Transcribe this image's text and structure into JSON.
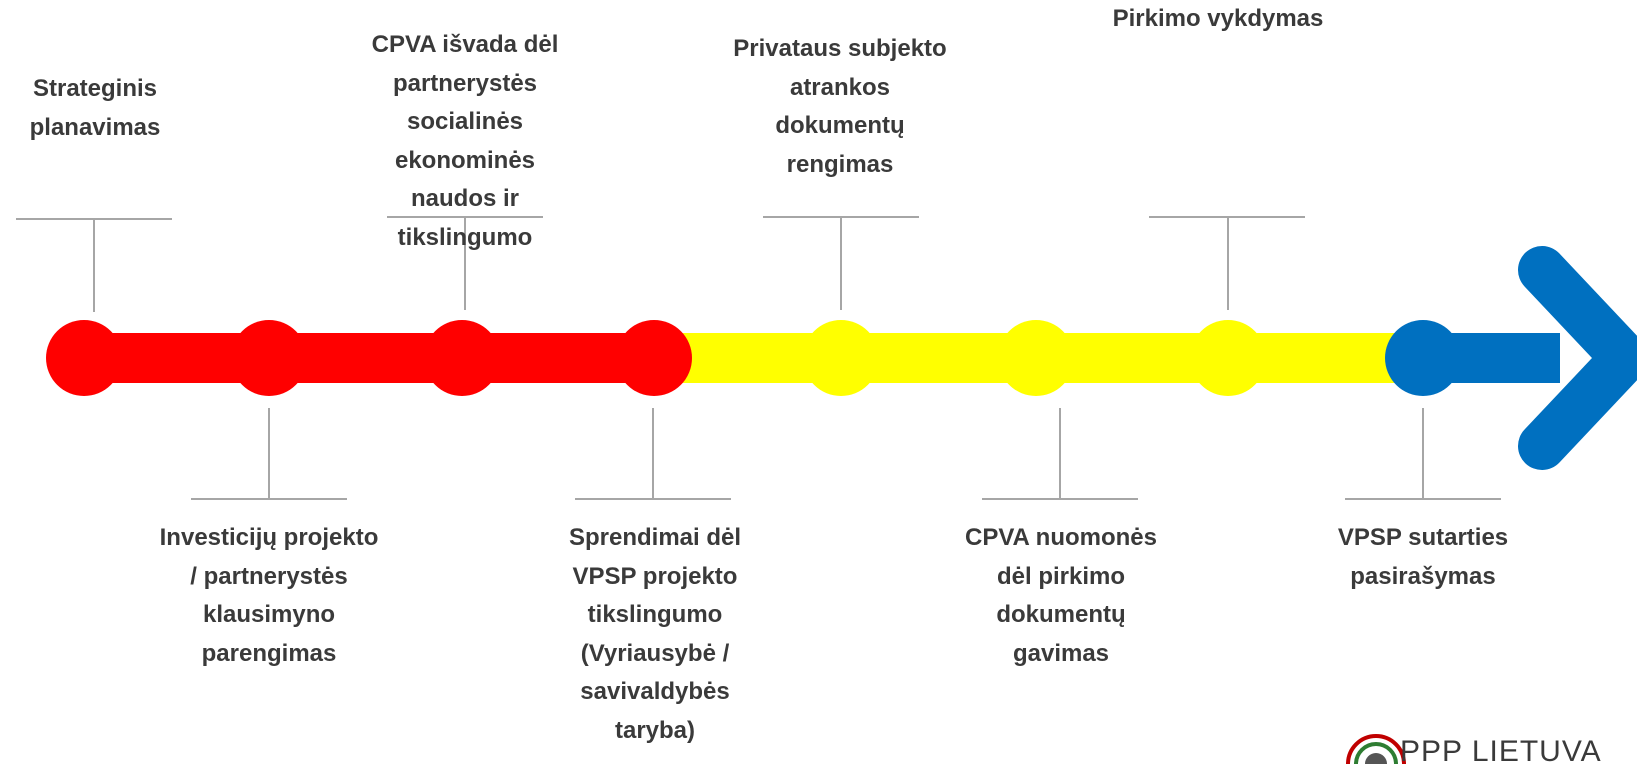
{
  "colors": {
    "phase_red": "#ff0000",
    "phase_yellow": "#ffff00",
    "phase_blue": "#0070c0",
    "connector_gray": "#a6a6a6",
    "text": "#3a3a3a"
  },
  "milestones": [
    {
      "label": "Strateginis\nplanavimas"
    },
    {
      "label": "Investicijų projekto\n/ partnerystės\nklausimyno\nparengimas"
    },
    {
      "label": "CPVA išvada dėl\npartnerystės\nsocialinės\nekonominės\nnaudos ir\ntikslingumo"
    },
    {
      "label": "Sprendimai dėl\nVPSP projekto\ntikslingumo\n(Vyriausybė /\nsavivaldybės\ntaryba)"
    },
    {
      "label": "Privataus subjekto\natrankos\ndokumentų\nrengimas"
    },
    {
      "label": "CPVA nuomonės\ndėl pirkimo\ndokumentų\ngavimas"
    },
    {
      "label": "Pirkimo vykdymas"
    },
    {
      "label": "VPSP sutarties\npasirašymas"
    }
  ],
  "logo": {
    "text": "PPP LIETUVA",
    "icon": "ppp-lietuva-logo-icon"
  }
}
